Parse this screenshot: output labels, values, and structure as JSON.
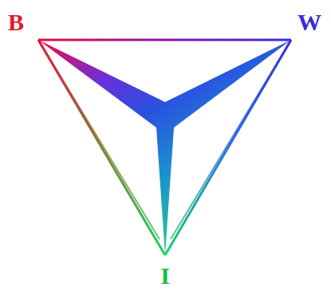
{
  "diagram": {
    "labels": [
      "B",
      "W",
      "I"
    ]
  }
}
